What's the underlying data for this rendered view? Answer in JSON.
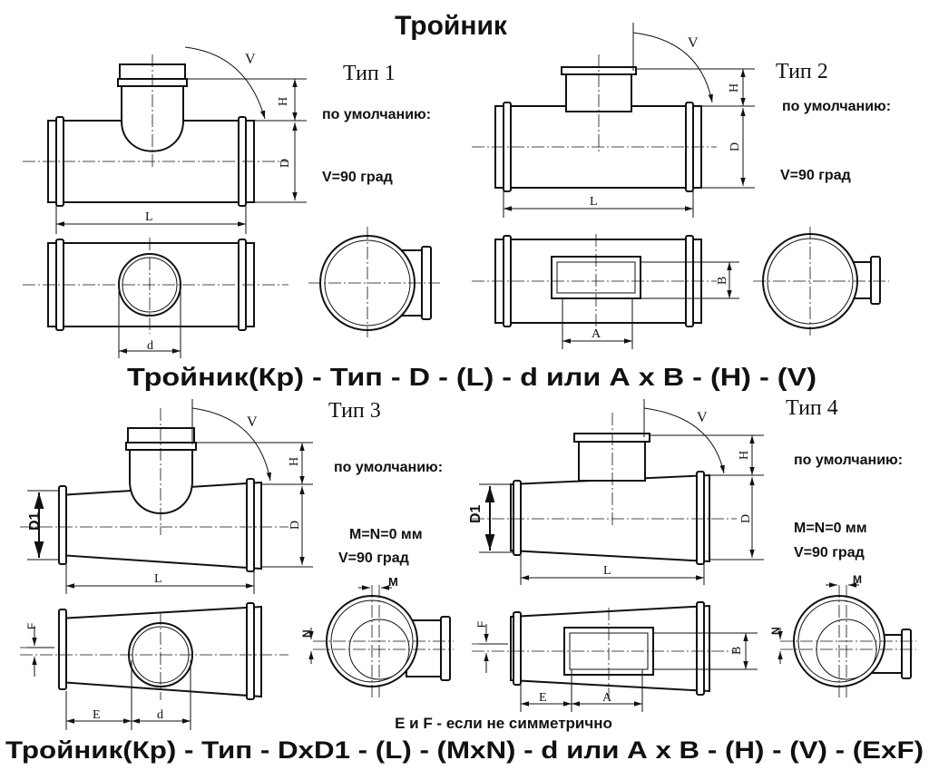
{
  "title": "Тройник",
  "type1": {
    "label": "Тип 1",
    "default": "по умолчанию:",
    "v": "V=90 град"
  },
  "type2": {
    "label": "Тип 2",
    "default": "по умолчанию:",
    "v": "V=90 град"
  },
  "type3": {
    "label": "Тип 3",
    "default": "по умолчанию:",
    "mn": "M=N=0 мм",
    "v": "V=90 град"
  },
  "type4": {
    "label": "Тип 4",
    "default": "по умолчанию:",
    "mn": "M=N=0 мм",
    "v": "V=90 град"
  },
  "formula1": "Тройник(Кр) - Тип - D - (L) - d или А х В - (H) - (V)",
  "formula2": "Тройник(Кр) - Тип - DxD1 - (L) - (MxN) - d или А х В - (H) - (V) - (ExF)",
  "note": "E и F - если не симметрично",
  "dims": {
    "v": "V",
    "h": "H",
    "d_big": "D",
    "l": "L",
    "d_small": "d",
    "a": "A",
    "b": "B",
    "d1": "D1",
    "m": "M",
    "n": "N",
    "e": "E",
    "f": "F"
  }
}
